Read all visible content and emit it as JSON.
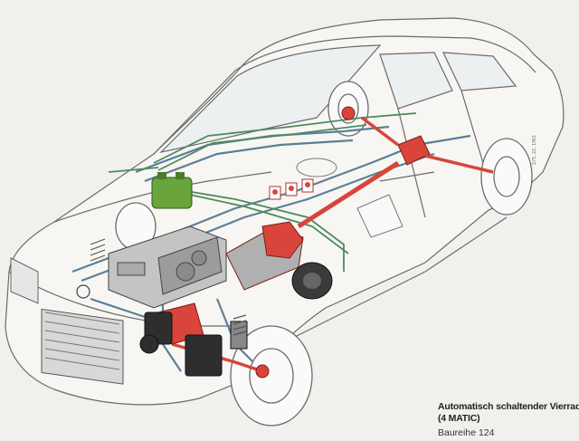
{
  "caption": {
    "title_line1": "Automatisch schaltender Vierradantri",
    "title_line2": "(4 MATIC)",
    "series": "Baureihe 124"
  },
  "stamp": "2/5.22.1961",
  "colors": {
    "background": "#f2f0ec",
    "body_outline": "#6b6b6b",
    "glass": "#e4ebef",
    "drivetrain": "#d9453a",
    "hydraulic_lines": "#5b7f98",
    "vacuum_lines": "#4f8a5a",
    "reservoir": "#6aa43c",
    "engine_metal": "#b7b7b7",
    "dark_parts": "#2e2e2e"
  }
}
